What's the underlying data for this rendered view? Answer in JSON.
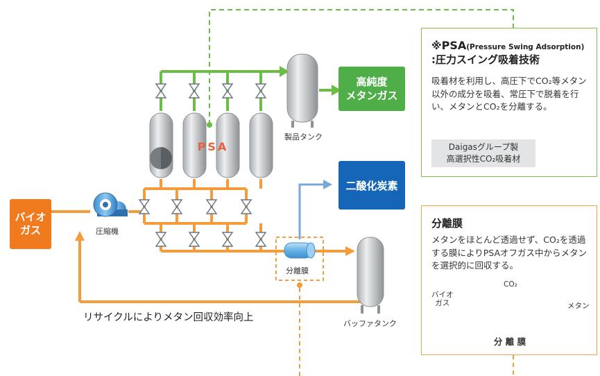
{
  "labels": {
    "bio_gas": "バイオ\nガス",
    "compressor": "圧縮機",
    "psa": "PSA",
    "product_tank": "製品タンク",
    "high_purity_methane": "高純度\nメタンガス",
    "co2": "二酸化炭素",
    "membrane": "分離膜",
    "buffer_tank": "バッファタンク",
    "recycle": "リサイクルによりメタン回収効率向上"
  },
  "psa_panel": {
    "mark": "※",
    "acronym": "PSA",
    "english": "(Pressure Swing Adsorption)",
    "title_jp": ":圧力スイング吸着技術",
    "description": "吸着材を利用し、高圧下でCO₂等メタン以外の成分を吸着、常圧下で脱着を行い、メタンとCO₂を分離する。",
    "material_label": "Daigasグループ製\n高選択性CO₂吸着材"
  },
  "membrane_panel": {
    "title": "分離膜",
    "description": "メタンをほとんど透過せず、CO₂を透過する膜によりPSAオフガス中からメタンを選択的に回収する。",
    "co2": "CO₂",
    "bio_gas": "バイオ\nガス",
    "methane": "メタン",
    "membrane": "分 離 膜"
  },
  "colors": {
    "orange": "#f39c3c",
    "green": "#6bbd45",
    "blue": "#7aa7d6",
    "bio_box": "#f07b1e",
    "methane_box": "#4fae48",
    "co2_box": "#1565b8"
  }
}
